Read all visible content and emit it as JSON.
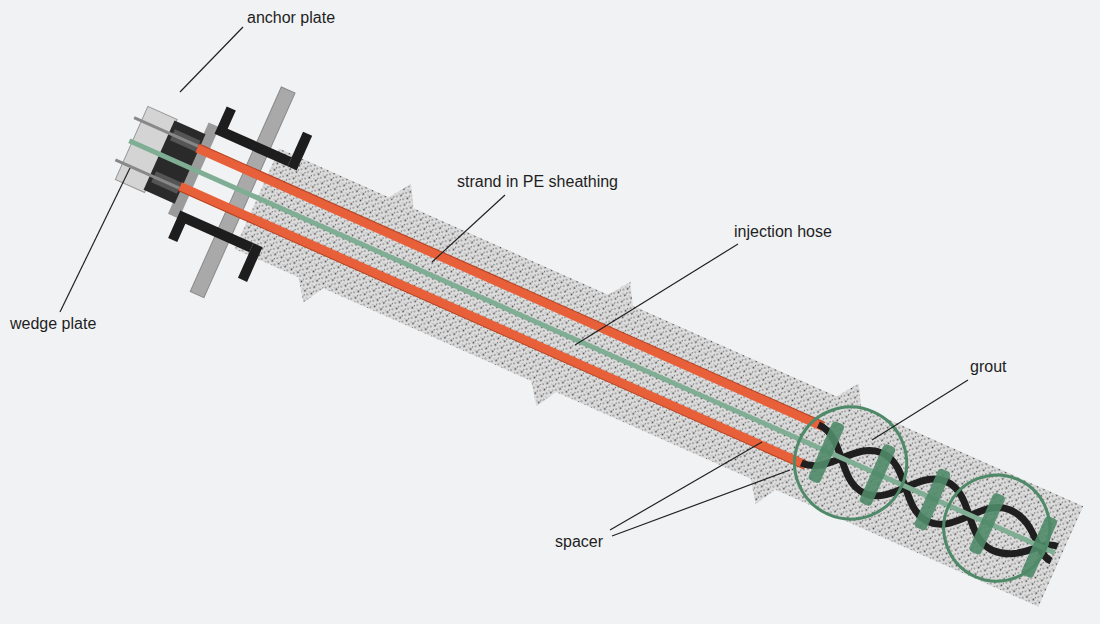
{
  "diagram": {
    "labels": [
      "anchor plate",
      "wedge plate",
      "strand in PE sheathing",
      "injection hose",
      "grout",
      "spacer"
    ]
  }
}
